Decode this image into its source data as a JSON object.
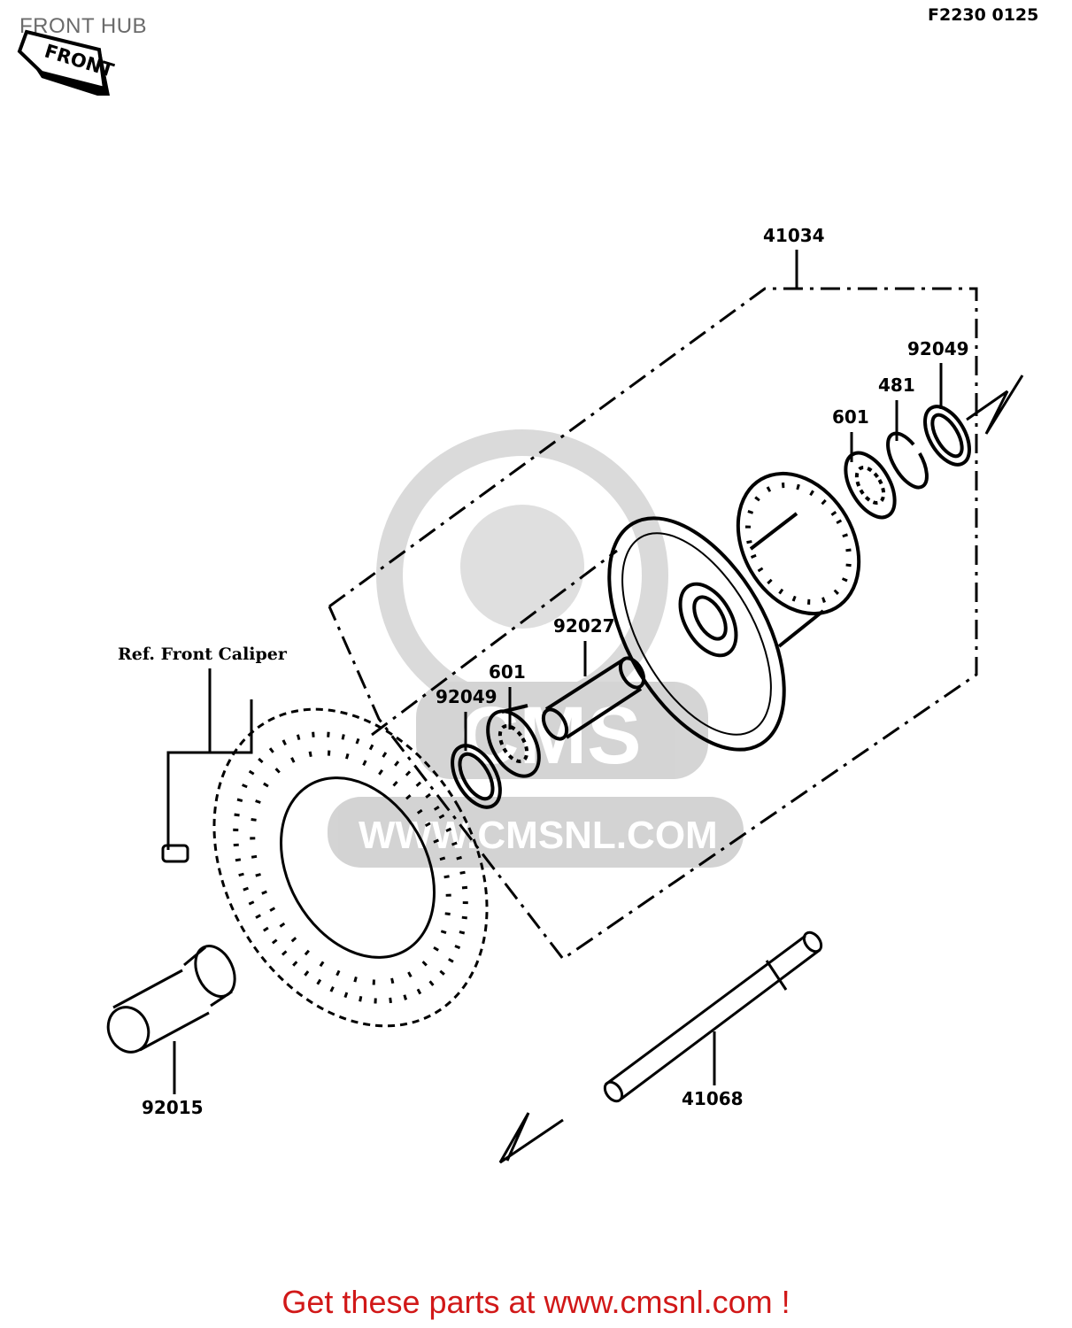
{
  "header": {
    "title": "FRONT HUB",
    "figure_code": "F2230 0125"
  },
  "badge": {
    "front_label": "FRONT"
  },
  "watermark": {
    "brand": "CMS",
    "url": "WWW.CMSNL.COM"
  },
  "callouts": {
    "hub_assembly": "41034",
    "right_seal": "92049",
    "circlip": "481",
    "right_bearing": "601",
    "distance_collar": "92027",
    "left_bearing": "601",
    "left_seal": "92049",
    "caliper_ref": "Ref. Front Caliper",
    "collar": "92015",
    "axle": "41068"
  },
  "footer": {
    "cta": "Get these parts at www.cmsnl.com !"
  }
}
